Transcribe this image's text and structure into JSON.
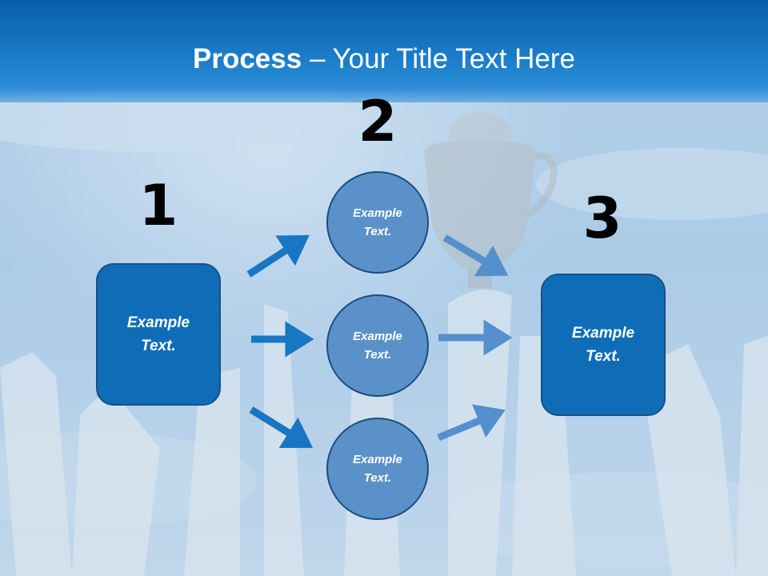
{
  "slide": {
    "title_strong": "Process",
    "title_rest": " – Your Title Text Here"
  },
  "steps": {
    "one": "1",
    "two": "2",
    "three": "3"
  },
  "nodes": {
    "left_box": "Example\nText.",
    "right_box": "Example\nText.",
    "circle_top": "Example\nText.",
    "circle_middle": "Example\nText.",
    "circle_bottom": "Example\nText."
  },
  "colors": {
    "header": "#0a5ea6",
    "box_fill": "#0f6db8",
    "circle_fill": "#5a91c8",
    "arrow_dark": "#1976c2",
    "arrow_light": "#5590cc"
  }
}
